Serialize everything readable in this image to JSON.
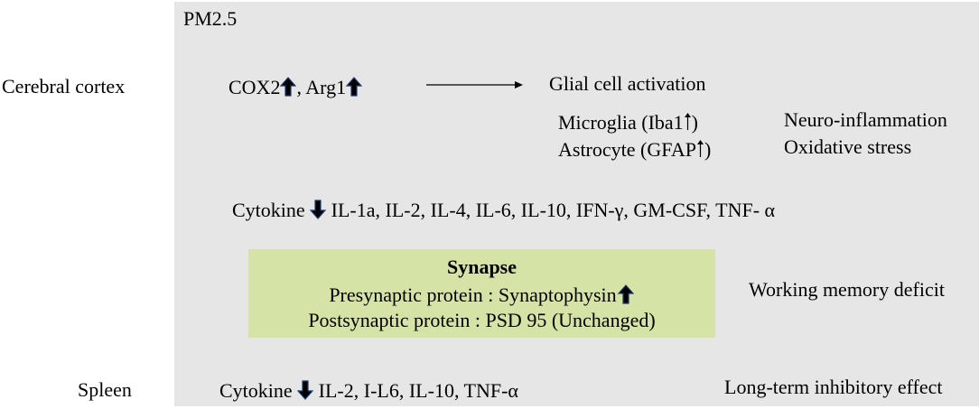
{
  "pm_label": "PM2.5",
  "rows": {
    "cerebral_cortex": "Cerebral cortex",
    "spleen": "Spleen"
  },
  "markers": {
    "cox2": "COX2",
    "separator": ",",
    "arg1": "Arg1"
  },
  "glial": {
    "title": "Glial cell activation",
    "microglia": "Microglia (Iba1",
    "astrocyte": "Astrocyte (GFAP",
    "close_paren": ")"
  },
  "effects": {
    "neuroinflammation": "Neuro-inflammation",
    "oxidative": "Oxidative stress",
    "working_memory": "Working memory deficit",
    "long_term": "Long-term inhibitory effect"
  },
  "cortex_cytokine": {
    "label": "Cytokine",
    "list": "IL-1a, IL-2, IL-4, IL-6, IL-10, IFN-γ, GM-CSF, TNF- α"
  },
  "synapse": {
    "title": "Synapse",
    "presynaptic": "Presynaptic protein : Synaptophysin",
    "postsynaptic": "Postsynaptic protein : PSD 95 (Unchanged)"
  },
  "spleen_cytokine": {
    "label": "Cytokine",
    "list": "IL-2, I-L6, IL-10, TNF-α"
  },
  "colors": {
    "panel": "#e6e6e6",
    "synapse_box": "#d6e3a7",
    "arrow_fill": "#000000",
    "arrow_outline": "#1f3a6b"
  }
}
